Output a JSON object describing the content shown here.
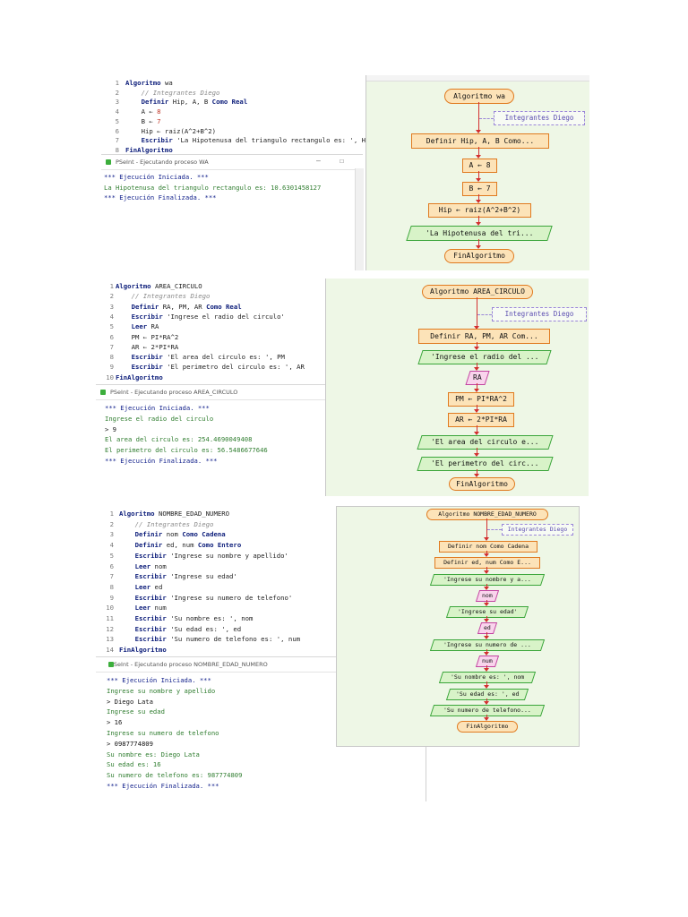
{
  "shot1": {
    "code": [
      {
        "n": "1",
        "parts": [
          {
            "t": "Algoritmo",
            "c": "kw"
          },
          {
            "t": " wa",
            "c": "st"
          }
        ]
      },
      {
        "n": "2",
        "parts": [
          {
            "t": "    // Integrantes Diego",
            "c": "cm"
          }
        ]
      },
      {
        "n": "3",
        "parts": [
          {
            "t": "    ",
            "c": "st"
          },
          {
            "t": "Definir",
            "c": "kw"
          },
          {
            "t": " Hip, A, B ",
            "c": "st"
          },
          {
            "t": "Como Real",
            "c": "kw"
          }
        ]
      },
      {
        "n": "4",
        "parts": [
          {
            "t": "    A ← ",
            "c": "st"
          },
          {
            "t": "8",
            "c": "nm"
          }
        ]
      },
      {
        "n": "5",
        "parts": [
          {
            "t": "    B ← ",
            "c": "st"
          },
          {
            "t": "7",
            "c": "nm"
          }
        ]
      },
      {
        "n": "6",
        "parts": [
          {
            "t": "    Hip ← raiz(A^2+B^2)",
            "c": "st"
          }
        ]
      },
      {
        "n": "7",
        "parts": [
          {
            "t": "    ",
            "c": "st"
          },
          {
            "t": "Escribir",
            "c": "kw"
          },
          {
            "t": " 'La Hipotenusa del triangulo rectangulo es: ', Hip",
            "c": "st"
          }
        ]
      },
      {
        "n": "8",
        "parts": [
          {
            "t": "FinAlgoritmo",
            "c": "kw"
          }
        ]
      }
    ],
    "console_title": "PSeInt - Ejecutando proceso WA",
    "console": [
      {
        "t": "*** Ejecución Iniciada. ***",
        "c": "cl-sys"
      },
      {
        "t": "La Hipotenusa del triangulo rectangulo es: 10.6301458127",
        "c": "cl-out"
      },
      {
        "t": "*** Ejecución Finalizada. ***",
        "c": "cl-sys"
      }
    ],
    "flow": {
      "start": "Algoritmo wa",
      "comment": "Integrantes Diego",
      "define": "Definir Hip, A, B Como...",
      "a": "A ← 8",
      "b": "B ← 7",
      "hip": "Hip ← raiz(A^2+B^2)",
      "out": "'La Hipotenusa del tri...",
      "end": "FinAlgoritmo"
    }
  },
  "shot2": {
    "code": [
      {
        "n": "1",
        "parts": [
          {
            "t": "Algoritmo",
            "c": "kw"
          },
          {
            "t": " AREA_CIRCULO",
            "c": "st"
          }
        ]
      },
      {
        "n": "2",
        "parts": [
          {
            "t": "    // Integrantes Diego",
            "c": "cm"
          }
        ]
      },
      {
        "n": "3",
        "parts": [
          {
            "t": "    ",
            "c": "st"
          },
          {
            "t": "Definir",
            "c": "kw"
          },
          {
            "t": " RA, PM, AR ",
            "c": "st"
          },
          {
            "t": "Como Real",
            "c": "kw"
          }
        ]
      },
      {
        "n": "4",
        "parts": [
          {
            "t": "    ",
            "c": "st"
          },
          {
            "t": "Escribir",
            "c": "kw"
          },
          {
            "t": " 'Ingrese el radio del circulo'",
            "c": "st"
          }
        ]
      },
      {
        "n": "5",
        "parts": [
          {
            "t": "    ",
            "c": "st"
          },
          {
            "t": "Leer",
            "c": "kw"
          },
          {
            "t": " RA",
            "c": "st"
          }
        ]
      },
      {
        "n": "6",
        "parts": [
          {
            "t": "    PM ← PI*RA^2",
            "c": "st"
          }
        ]
      },
      {
        "n": "7",
        "parts": [
          {
            "t": "    AR ← 2*PI*RA",
            "c": "st"
          }
        ]
      },
      {
        "n": "8",
        "parts": [
          {
            "t": "    ",
            "c": "st"
          },
          {
            "t": "Escribir",
            "c": "kw"
          },
          {
            "t": " 'El area del circulo es: ', PM",
            "c": "st"
          }
        ]
      },
      {
        "n": "9",
        "parts": [
          {
            "t": "    ",
            "c": "st"
          },
          {
            "t": "Escribir",
            "c": "kw"
          },
          {
            "t": " 'El perimetro del circulo es: ', AR",
            "c": "st"
          }
        ]
      },
      {
        "n": "10",
        "parts": [
          {
            "t": "FinAlgoritmo",
            "c": "kw"
          }
        ]
      }
    ],
    "console_title": "PSeInt - Ejecutando proceso AREA_CIRCULO",
    "console": [
      {
        "t": "*** Ejecución Iniciada. ***",
        "c": "cl-sys"
      },
      {
        "t": "Ingrese el radio del circulo",
        "c": "cl-out"
      },
      {
        "t": "> 9",
        "c": "cl-in"
      },
      {
        "t": "El area del circulo es: 254.4690049408",
        "c": "cl-out"
      },
      {
        "t": "El perimetro del circulo es: 56.5486677646",
        "c": "cl-out"
      },
      {
        "t": "*** Ejecución Finalizada. ***",
        "c": "cl-sys"
      }
    ],
    "flow": {
      "start": "Algoritmo AREA_CIRCULO",
      "comment": "Integrantes Diego",
      "define": "Definir RA, PM, AR Com...",
      "in_prompt": "'Ingrese el radio del ...",
      "read": "RA",
      "pm": "PM ← PI*RA^2",
      "ar": "AR ← 2*PI*RA",
      "out1": "'El area del circulo e...",
      "out2": "'El perimetro del circ...",
      "end": "FinAlgoritmo"
    }
  },
  "shot3": {
    "code": [
      {
        "n": "1",
        "parts": [
          {
            "t": "Algoritmo",
            "c": "kw"
          },
          {
            "t": " NOMBRE_EDAD_NUMERO",
            "c": "st"
          }
        ]
      },
      {
        "n": "2",
        "parts": [
          {
            "t": "    // Integrantes Diego",
            "c": "cm"
          }
        ]
      },
      {
        "n": "3",
        "parts": [
          {
            "t": "    ",
            "c": "st"
          },
          {
            "t": "Definir",
            "c": "kw"
          },
          {
            "t": " nom ",
            "c": "st"
          },
          {
            "t": "Como Cadena",
            "c": "kw"
          }
        ]
      },
      {
        "n": "4",
        "parts": [
          {
            "t": "    ",
            "c": "st"
          },
          {
            "t": "Definir",
            "c": "kw"
          },
          {
            "t": " ed, num ",
            "c": "st"
          },
          {
            "t": "Como Entero",
            "c": "kw"
          }
        ]
      },
      {
        "n": "5",
        "parts": [
          {
            "t": "    ",
            "c": "st"
          },
          {
            "t": "Escribir",
            "c": "kw"
          },
          {
            "t": " 'Ingrese su nombre y apellido'",
            "c": "st"
          }
        ]
      },
      {
        "n": "6",
        "parts": [
          {
            "t": "    ",
            "c": "st"
          },
          {
            "t": "Leer",
            "c": "kw"
          },
          {
            "t": " nom",
            "c": "st"
          }
        ]
      },
      {
        "n": "7",
        "parts": [
          {
            "t": "    ",
            "c": "st"
          },
          {
            "t": "Escribir",
            "c": "kw"
          },
          {
            "t": " 'Ingrese su edad'",
            "c": "st"
          }
        ]
      },
      {
        "n": "8",
        "parts": [
          {
            "t": "    ",
            "c": "st"
          },
          {
            "t": "Leer",
            "c": "kw"
          },
          {
            "t": " ed",
            "c": "st"
          }
        ]
      },
      {
        "n": "9",
        "parts": [
          {
            "t": "    ",
            "c": "st"
          },
          {
            "t": "Escribir",
            "c": "kw"
          },
          {
            "t": " 'Ingrese su numero de telefono'",
            "c": "st"
          }
        ]
      },
      {
        "n": "10",
        "parts": [
          {
            "t": "    ",
            "c": "st"
          },
          {
            "t": "Leer",
            "c": "kw"
          },
          {
            "t": " num",
            "c": "st"
          }
        ]
      },
      {
        "n": "11",
        "parts": [
          {
            "t": "    ",
            "c": "st"
          },
          {
            "t": "Escribir",
            "c": "kw"
          },
          {
            "t": " 'Su nombre es: ', nom",
            "c": "st"
          }
        ]
      },
      {
        "n": "12",
        "parts": [
          {
            "t": "    ",
            "c": "st"
          },
          {
            "t": "Escribir",
            "c": "kw"
          },
          {
            "t": " 'Su edad es: ', ed",
            "c": "st"
          }
        ]
      },
      {
        "n": "13",
        "parts": [
          {
            "t": "    ",
            "c": "st"
          },
          {
            "t": "Escribir",
            "c": "kw"
          },
          {
            "t": " 'Su numero de telefono es: ', num",
            "c": "st"
          }
        ]
      },
      {
        "n": "14",
        "parts": [
          {
            "t": "FinAlgoritmo",
            "c": "kw"
          }
        ]
      }
    ],
    "console_title": "PSeInt - Ejecutando proceso NOMBRE_EDAD_NUMERO",
    "console": [
      {
        "t": "*** Ejecución Iniciada. ***",
        "c": "cl-sys"
      },
      {
        "t": "Ingrese su nombre y apellido",
        "c": "cl-out"
      },
      {
        "t": "> Diego Lata",
        "c": "cl-in"
      },
      {
        "t": "Ingrese su edad",
        "c": "cl-out"
      },
      {
        "t": "> 16",
        "c": "cl-in"
      },
      {
        "t": "Ingrese su numero de telefono",
        "c": "cl-out"
      },
      {
        "t": "> 0987774809",
        "c": "cl-in"
      },
      {
        "t": "Su nombre es: Diego Lata",
        "c": "cl-out"
      },
      {
        "t": "Su edad es: 16",
        "c": "cl-out"
      },
      {
        "t": "Su numero de telefono es: 987774809",
        "c": "cl-out"
      },
      {
        "t": "*** Ejecución Finalizada. ***",
        "c": "cl-sys"
      }
    ],
    "flow": {
      "start": "Algoritmo NOMBRE_EDAD_NUMERO",
      "comment": "Integrantes Diego",
      "def1": "Definir nom Como Cadena",
      "def2": "Definir ed, num Como E...",
      "w1": "'Ingrese su nombre y a...",
      "r1": "nom",
      "w2": "'Ingrese su edad'",
      "r2": "ed",
      "w3": "'Ingrese su numero de ...",
      "r3": "num",
      "w4": "'Su nombre es: ', nom",
      "w5": "'Su edad es: ', ed",
      "w6": "'Su numero de telefono...",
      "end": "FinAlgoritmo"
    }
  }
}
